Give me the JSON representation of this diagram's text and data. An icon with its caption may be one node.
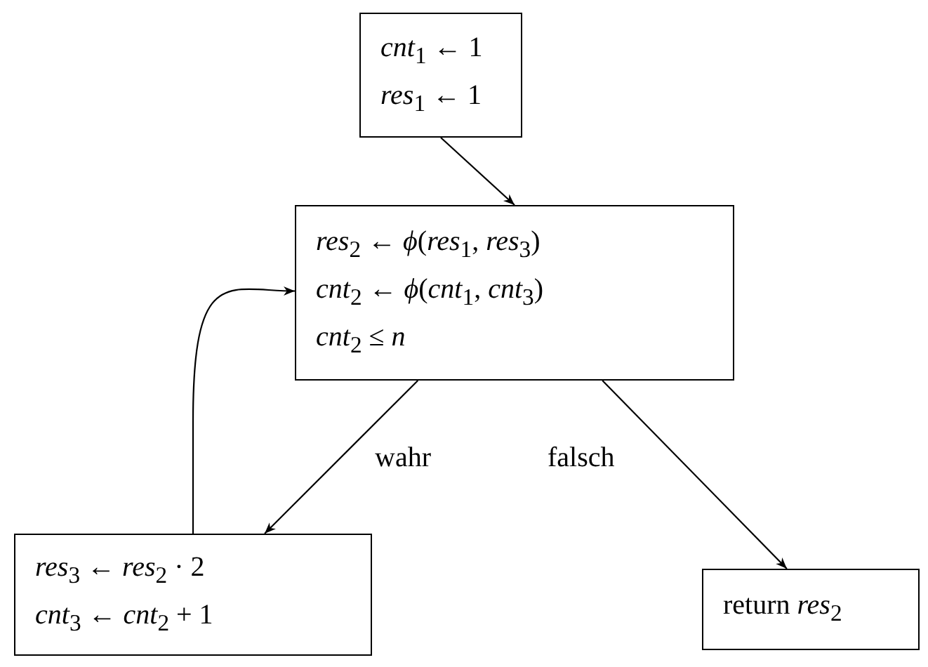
{
  "diagram": {
    "nodes": [
      {
        "text": [
          "*cnt*$_{1}$ ← 1",
          "*res*$_{1}$ ← 1"
        ]
      },
      {
        "text": [
          "*res*$_{2}$ ← *ϕ*(*res*$_{1}$, *res*$_{3}$)",
          "*cnt*$_{2}$ ← *ϕ*(*cnt*$_{1}$, *cnt*$_{3}$)",
          "*cnt*$_{2}$ ≤ *n*"
        ]
      },
      {
        "text": [
          "*res*$_{3}$ ← *res*$_{2}$ · 2",
          "*cnt*$_{3}$ ← *cnt*$_{2}$ + 1"
        ]
      },
      {
        "text": [
          "return *res*$_{2}$"
        ]
      }
    ],
    "edges": [
      {
        "from": 0,
        "to": 1,
        "arrow": "to"
      },
      {
        "from": 1,
        "to": 2,
        "arrow": "to",
        "label": "wahr"
      },
      {
        "from": 1,
        "to": 3,
        "arrow": "to",
        "label": "falsch"
      },
      {
        "from": 2,
        "to": 1,
        "arrow": "to"
      }
    ]
  }
}
